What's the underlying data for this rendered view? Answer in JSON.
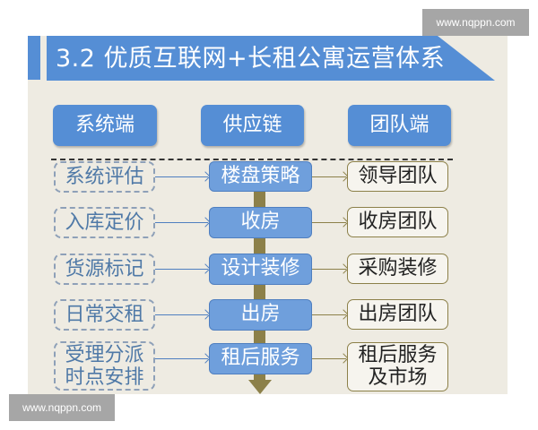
{
  "title": "3.2 优质互联网+长租公寓运营体系",
  "watermark": "www.nqppn.com",
  "colors": {
    "banner_blue": "#558ed5",
    "panel_bg": "#eeebe2",
    "supply_box": "#6f9fdc",
    "olive": "#8c8049",
    "system_text": "#4f79a7"
  },
  "headers": [
    {
      "label": "系统端"
    },
    {
      "label": "供应链"
    },
    {
      "label": "团队端"
    }
  ],
  "rows": [
    {
      "system": "系统评估",
      "supply": "楼盘策略",
      "team": "领导团队"
    },
    {
      "system": "入库定价",
      "supply": "收房",
      "team": "收房团队"
    },
    {
      "system": "货源标记",
      "supply": "设计装修",
      "team": "采购装修"
    },
    {
      "system": "日常交租",
      "supply": "出房",
      "team": "出房团队"
    },
    {
      "system": "受理分派\n时点安排",
      "supply": "租后服务",
      "team": "租后服务\n及市场"
    }
  ]
}
